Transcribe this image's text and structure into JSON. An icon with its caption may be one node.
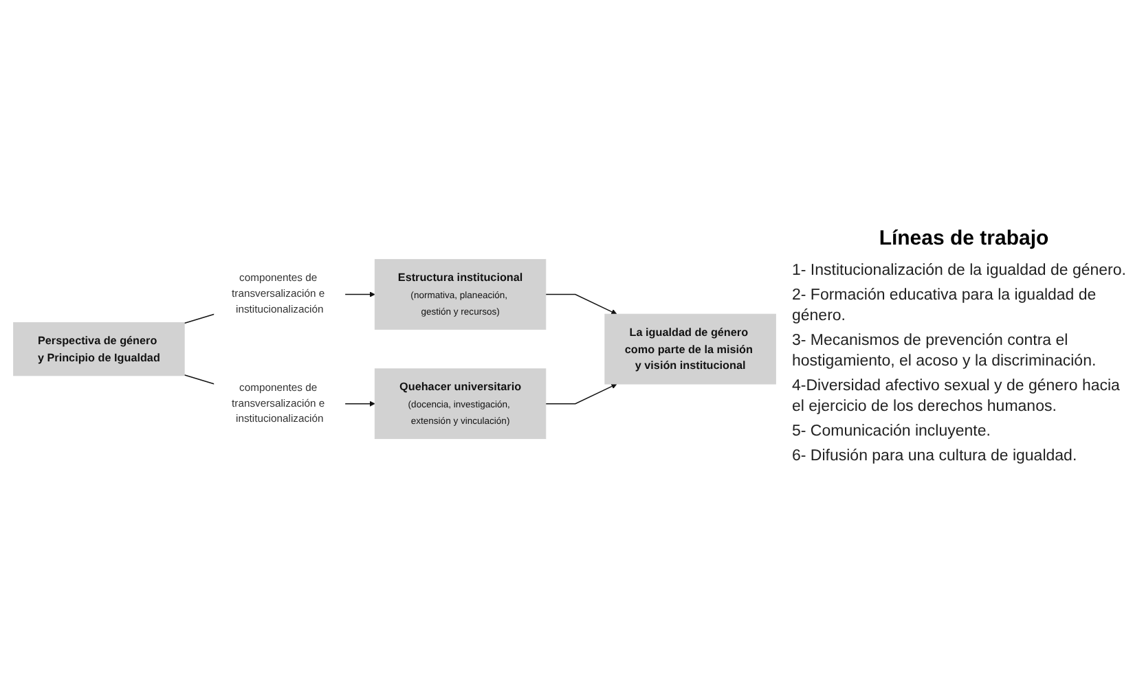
{
  "diagram": {
    "nodes": [
      {
        "text": [
          "Estructura institucional",
          "(normativa, planeación, gestión y recursos)"
        ]
      },
      {
        "text": [
          "Perspectiva de género y Principio de Igualdad"
        ]
      },
      {
        "text": [
          "La igualdad de género como parte de la misión y visión institucional"
        ]
      },
      {
        "text": [
          "Quehacer universitario",
          "(docencia, investigación, extensión y vinculación)"
        ]
      }
    ],
    "edges": [
      {
        "from": 1,
        "to": 0,
        "arrow": "to",
        "label": "componentes de transversalización e institucionalización"
      },
      {
        "from": 1,
        "to": 3,
        "arrow": "to",
        "label": "componentes de transversalización e institucionalización"
      },
      {
        "from": 0,
        "to": 2,
        "arrow": "to"
      },
      {
        "from": 3,
        "to": 2,
        "arrow": "to"
      }
    ],
    "labels": [
      "Líneas de trabajo",
      "1- Institucionalización de la igualdad de género.",
      "2- Formación educativa para la igualdad de género.",
      "3- Mecanismos de prevención contra el hostigamiento, el acoso y la discriminación.",
      "4-Diversidad afectivo sexual y de género hacia el ejercicio de los derechos humanos.",
      "5- Comunicación incluyente.",
      "6- Difusión para una cultura de igualdad."
    ]
  }
}
